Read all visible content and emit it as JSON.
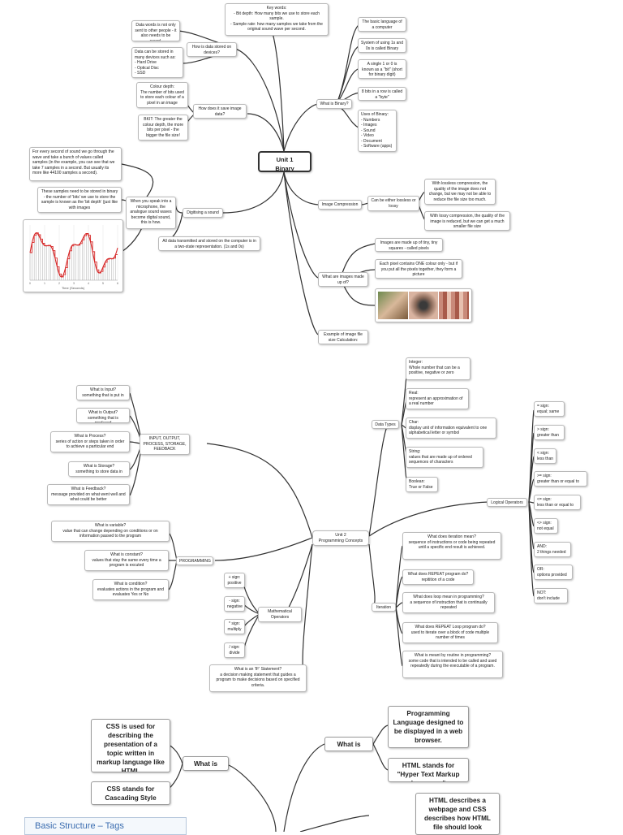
{
  "binary_map": {
    "central": "Unit 1\nBinary",
    "key_words": "Key words:\n- Bit depth: How many bits we use to store each sample.\n- Sample rate: how many samples we take from the original sound wave per second.",
    "how_stored": "How is data stored on devices?",
    "data_words": "Data words is not only sent to other people - it also needs to be saved.",
    "devices": "Data can be stored in many devices such as:\n- Hard Drive\n- Optical Disc\n- SSD",
    "save_image": "How does it save image data?",
    "colour_depth": "Colour depth:\nThe number of bits used to store each colour of a pixel in an image",
    "bkit": "BKIT: The greater the colour depth, the more bits per pixel - the bigger the file size!",
    "what_binary": "What is Binary?",
    "basic_language": "The basic language of a computer",
    "system_10": "System of using 1s and 0s is called Binary",
    "single_bit": "A single 1 or 0 is known as a \"bit\" (short for binary digit)",
    "eight_bits": "8 bits in a row is called a \"byte\"",
    "uses": "Uses of Binary:\n- Numbers\n- Images\n- Sound\n- Video\n- Document\n- Software (apps)",
    "every_second": "For every second of sound we go through the wave and take a bunch of values called samples (in the example, you can see that we take 7 samples in a second. But usually its more like 44100 samples a second).",
    "samples_binary": "These samples need to be stored in binary - the number of 'bits' we use to store the sample is known as the 'bit depth' (just like with images",
    "speak_mic": "When you speak into a microphone, the analogue sound waves become digital sound, this is how.",
    "digitising": "Digitising a sound",
    "all_data": "All data transmitted and stored on the computer is in a two-state representation. (1s and 0s)",
    "image_compression": "Image Compression",
    "lossless_lossy": "Can be either lossless or lossy",
    "lossless": "With lossless compression, the quality of the image does not change, but we may not be able to reduce the file size too much.",
    "lossy": "With lossy compression, the quality of the image is reduced, but we can get a much smaller file size",
    "images_made": "What are images made up of?",
    "pixels": "Images are made up of tiny, tiny squares - called pixels",
    "each_pixel": "Each pixel contains ONE colour only - but if you put all the pixels together, they form a picture",
    "example_size": "Example of image file size Calculation:",
    "wave_xlabel": "Time (Seconds)"
  },
  "sound_chart": {
    "x_ticks": [
      "0",
      "1",
      "2",
      "3",
      "4",
      "5",
      "6"
    ],
    "wave_color": "#d62828",
    "sample_color": "#888888"
  },
  "photo_colors": [
    "#8a6b4c",
    "#c9a27f",
    "#4a4a4a",
    "#b07a6a"
  ],
  "programming_map": {
    "central": "Unit 2\nProgramming Concepts",
    "ipo": "INPUT, OUTPUT, PROCESS, STORAGE, FEEDBACK",
    "input": "What is Input?\nsomething that is put in",
    "output": "What is Output?\nsomething that is produced",
    "process": "What is Process?\nseries of action or steps taken in order to achieve a particular end",
    "storage": "What is Storage?\nsomething to store data in",
    "feedback": "What is Feedback?\nmessage provided on what went well and what could be better",
    "programming": "PROGRAMMING",
    "variable": "What is variable?\nvalue that can change depending on conditions or on information passed to the program",
    "constant": "What is constant?\nvalues that stay the same every time a program is excuted",
    "condition": "What is condition?\nevaluates actions in the program and evaluates Yes or No",
    "math_ops": "Mathematical Operators",
    "plus": "+ sign:\npositive",
    "minus": "- sign:\nnegative",
    "times": "* sign:\nmultiply",
    "divide": "/ sign:\ndivide",
    "if_statement": "What is an 'IF' Statement?\na decision making statement that guides a program to make decisions based on specified criteria.",
    "data_types": "Data Types",
    "integer": "Integer:\nWhole number that can be a positive, negative or zero",
    "real": "Real:\nrepresent an approximation of a real number",
    "char": "Char:\ndisplay unit of information equivalent to one alphabetical letter or symbol",
    "string": "String:\nvalues that are made up of ordered sequences of characters",
    "boolean": "Boolean:\nTrue or False",
    "logical_ops": "Logical Operators",
    "eq": "= sign:\nequal; same",
    "gt": "> sign:\ngreater than",
    "lt": "< sign:\nless than",
    "gte": ">= sign:\ngreater than or equal to",
    "lte": "<= sign:\nless than or equal to",
    "neq": "<> sign:\nnot equal",
    "and": "AND:\n2 things needed",
    "or": "OR:\noptions provided",
    "not": "NOT:\ndon't include",
    "iteration": "Iteration",
    "iter_mean": "What does iteration mean?\nsequence of instructions or code being repeated until a specific end result is achieved.",
    "repeat": "What does REPEAT program do?\nrepitition of a code",
    "loop": "What does loop mean in programming?\na sequence of instruction that is continually repeated",
    "repeat_loop": "What does REPEAT Loop program do?\nused to iterate over a block of code multiple number of times",
    "routine": "What is meant by routine in programming?\nsome code that is intended to be called and used repeatedly during the executable of a program."
  },
  "web_map": {
    "what_css": "What is CSS?",
    "css_used": "CSS is used for describing the presentation of a topic written in markup language like HTML",
    "css_stands": "CSS stands for Cascading Style Sheets",
    "what_html": "What is HTML?",
    "prog_lang": "Programming Language designed to be displayed in a web browser.",
    "html_stands": "HTML stands for \"Hyper Text Markup Language\"",
    "html_describes": "HTML describes a webpage and CSS describes how HTML file should look",
    "basic_structure": "Basic Structure – Tags"
  }
}
